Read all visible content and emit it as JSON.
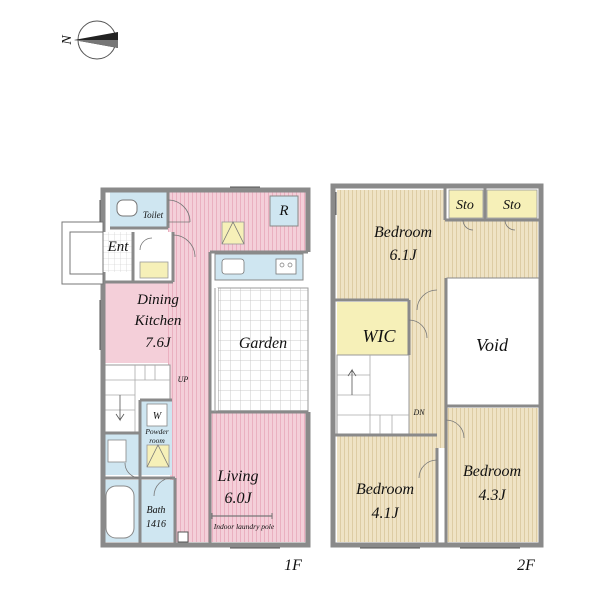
{
  "compass": {
    "north_label": "N"
  },
  "floor1": {
    "floor_label": "1F",
    "rooms": {
      "toilet": "Toilet",
      "entrance": "Ent",
      "refrigerator": "R",
      "dining_kitchen_line1": "Dining",
      "dining_kitchen_line2": "Kitchen",
      "dining_kitchen_size": "7.6J",
      "garden": "Garden",
      "stairs_up": "UP",
      "washer": "W",
      "powder_room_line1": "Powder",
      "powder_room_line2": "room",
      "living": "Living",
      "living_size": "6.0J",
      "indoor_laundry_pole": "Indoor laundry pole",
      "bath": "Bath",
      "bath_size": "1416"
    }
  },
  "floor2": {
    "floor_label": "2F",
    "rooms": {
      "storage_1": "Sto",
      "storage_2": "Sto",
      "bedroom_north": "Bedroom",
      "bedroom_north_size": "6.1J",
      "walk_in_closet": "WIC",
      "void": "Void",
      "stairs_down": "DN",
      "bedroom_southwest": "Bedroom",
      "bedroom_southwest_size": "4.1J",
      "bedroom_southeast": "Bedroom",
      "bedroom_southeast_size": "4.3J"
    }
  },
  "colors": {
    "wall": "#8a8a8a",
    "pink_floor": "#f4cfd9",
    "beige_floor": "#efe3c5",
    "blue_room": "#cfe6f1",
    "yellow_room": "#f6f0b8",
    "garden_grid": "#bdbdbd"
  }
}
